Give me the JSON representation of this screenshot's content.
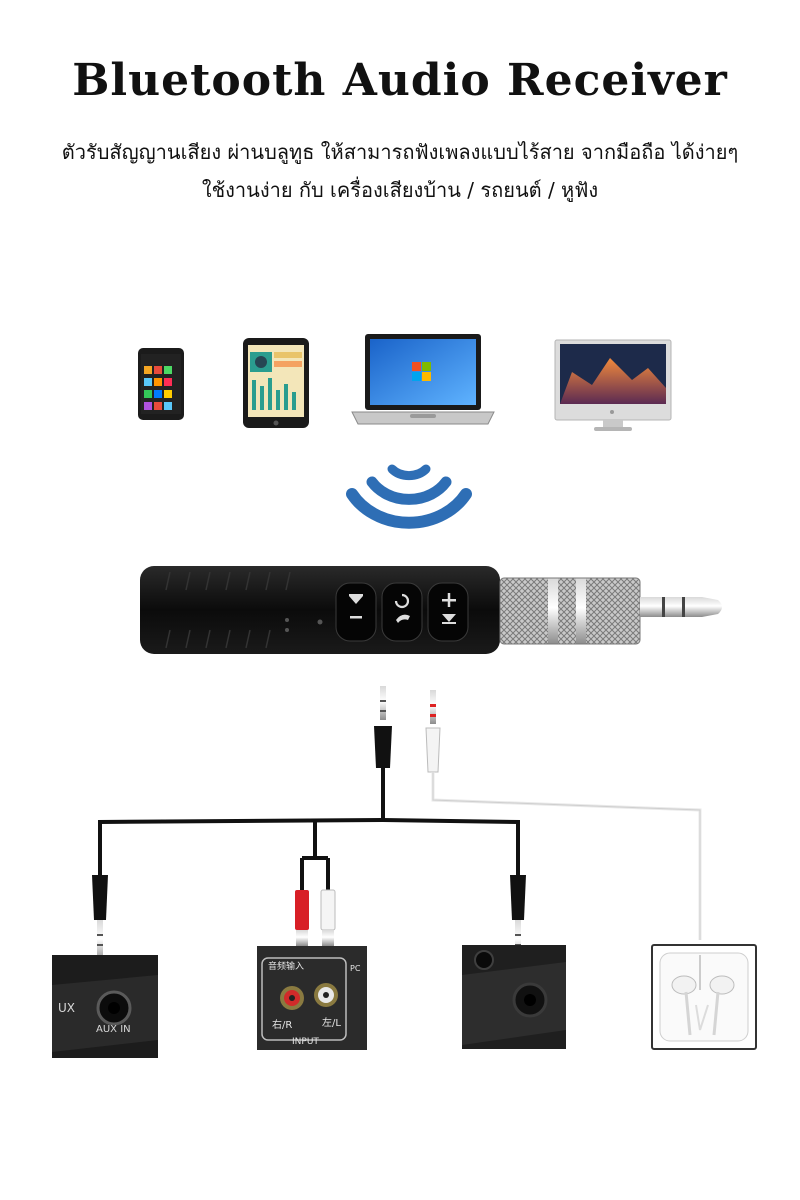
{
  "header": {
    "title": "Bluetooth Audio Receiver",
    "subtitle_line1": "ตัวรับสัญญานเสียง ผ่านบลูทูธ ให้สามารถฟังเพลงแบบไร้สาย จากมือถือ ได้ง่ายๆ",
    "subtitle_line2": "ใช้งานง่าย กับ เครื่องเสียงบ้าน / รถยนต์ / หูฟัง"
  },
  "devices": [
    "phone-icon",
    "tablet-icon",
    "laptop-icon",
    "desktop-monitor-icon"
  ],
  "receiver": {
    "buttons": [
      "previous-minus-button",
      "call-play-button",
      "plus-next-button"
    ]
  },
  "targets": {
    "car_label_ux": "UX",
    "car_label_aux": "AUX IN",
    "amp_label_top": "音频输入",
    "amp_label_pc": "PC",
    "amp_label_r": "右/R",
    "amp_label_l": "左/L",
    "amp_label_input": "INPUT"
  },
  "colors": {
    "wave_blue": "#2e6eb5",
    "device_black": "#0d0d0d",
    "cable": "#111111"
  }
}
